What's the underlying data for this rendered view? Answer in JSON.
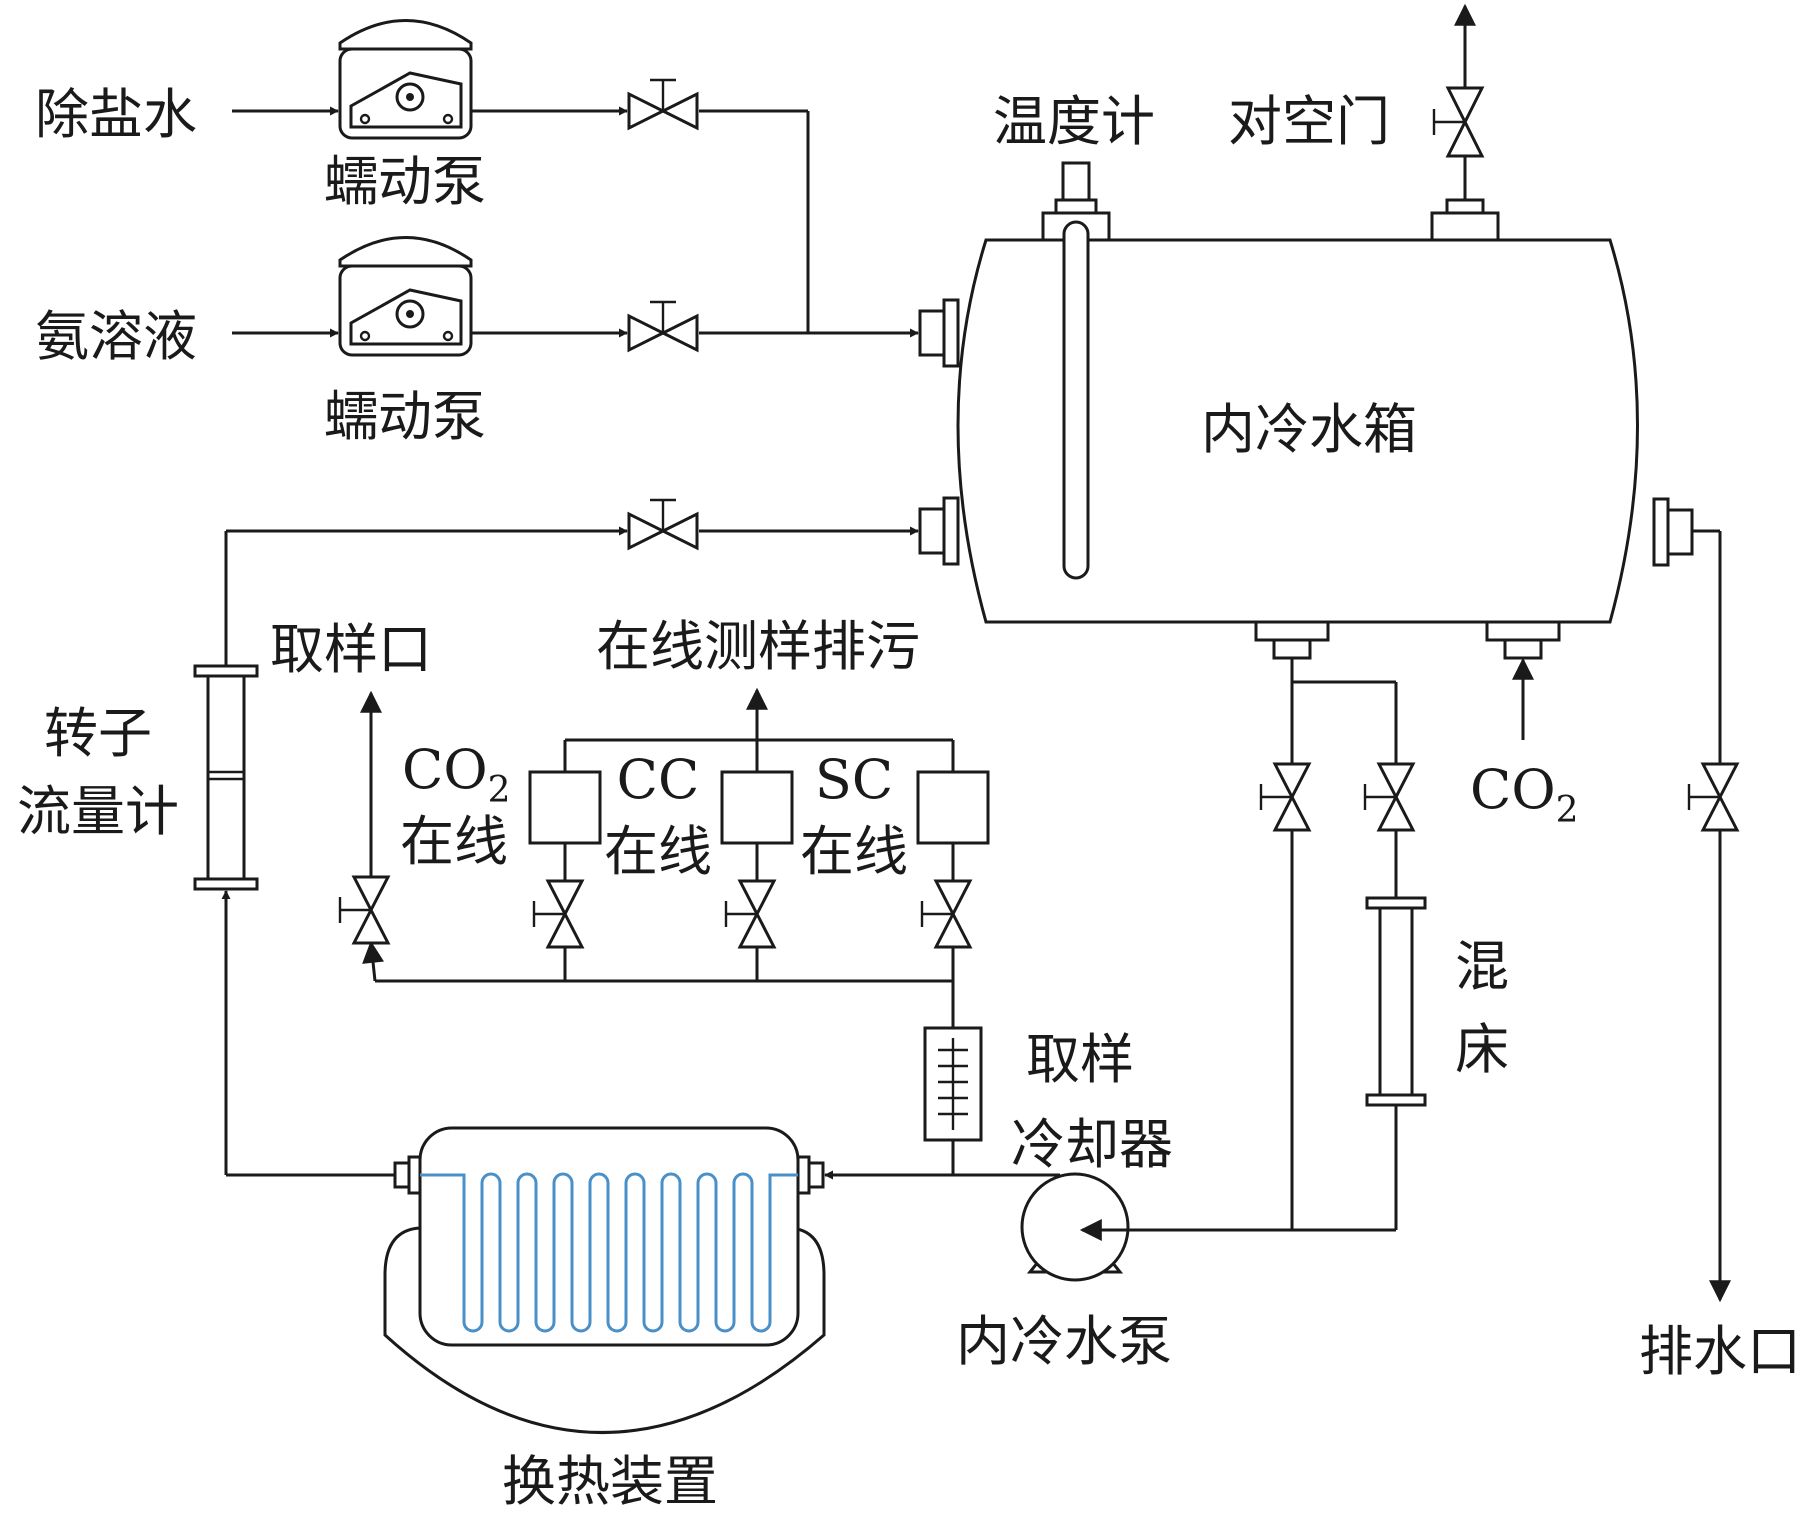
{
  "labels": {
    "desalted_water": "除盐水",
    "ammonia_solution": "氨溶液",
    "peristaltic_pump_1": "蠕动泵",
    "peristaltic_pump_2": "蠕动泵",
    "thermometer": "温度计",
    "vent_valve": "对空门",
    "inner_water_tank": "内冷水箱",
    "sampling_port": "取样口",
    "online_blowdown": "在线测样排污",
    "rotameter_line1": "转子",
    "rotameter_line2": "流量计",
    "co2_online_line1": "CO",
    "co2_online_sub": "2",
    "co2_online_line2": "在线",
    "cc_online_line1": "CC",
    "cc_online_line2": "在线",
    "sc_online_line1": "SC",
    "sc_online_line2": "在线",
    "co2_inlet": "CO",
    "co2_inlet_sub": "2",
    "mixed_bed_line1": "混",
    "mixed_bed_line2": "床",
    "sampling_cooler_line1": "取样",
    "sampling_cooler_line2": "冷却器",
    "inner_water_pump": "内冷水泵",
    "drain_outlet": "排水口",
    "heat_exchanger": "换热装置"
  },
  "colors": {
    "line": "#1a1a1a",
    "coil": "#4a90c8"
  }
}
